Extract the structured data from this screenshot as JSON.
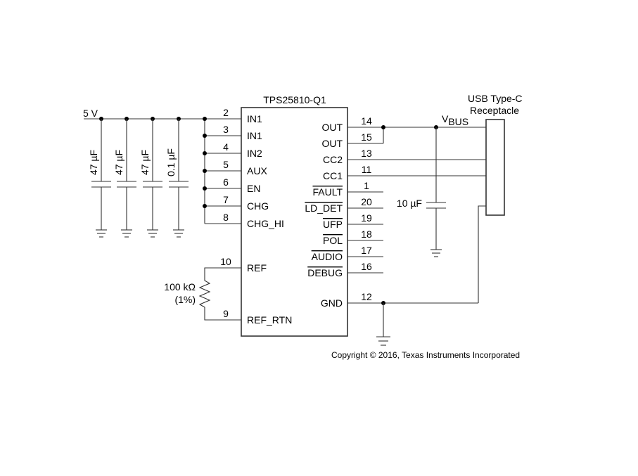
{
  "chip": {
    "title": "TPS25810-Q1",
    "left_pins": [
      {
        "num": "2",
        "name": "IN1"
      },
      {
        "num": "3",
        "name": "IN1"
      },
      {
        "num": "4",
        "name": "IN2"
      },
      {
        "num": "5",
        "name": "AUX"
      },
      {
        "num": "6",
        "name": "EN"
      },
      {
        "num": "7",
        "name": "CHG"
      },
      {
        "num": "8",
        "name": "CHG_HI"
      },
      {
        "num": "10",
        "name": "REF"
      },
      {
        "num": "9",
        "name": "REF_RTN"
      }
    ],
    "right_pins": [
      {
        "num": "14",
        "name": "OUT",
        "overbar": false
      },
      {
        "num": "15",
        "name": "OUT",
        "overbar": false
      },
      {
        "num": "13",
        "name": "CC2",
        "overbar": false
      },
      {
        "num": "11",
        "name": "CC1",
        "overbar": false
      },
      {
        "num": "1",
        "name": "FAULT",
        "overbar": true
      },
      {
        "num": "20",
        "name": "LD_DET",
        "overbar": true
      },
      {
        "num": "19",
        "name": "UFP",
        "overbar": true
      },
      {
        "num": "18",
        "name": "POL",
        "overbar": true
      },
      {
        "num": "17",
        "name": "AUDIO",
        "overbar": true
      },
      {
        "num": "16",
        "name": "DEBUG",
        "overbar": true
      },
      {
        "num": "12",
        "name": "GND",
        "overbar": false
      }
    ]
  },
  "supply": {
    "label": "5 V"
  },
  "input_caps": [
    "47 µF",
    "47 µF",
    "47 µF",
    "0.1 µF"
  ],
  "output_cap": "10 µF",
  "vbus": {
    "main": "V",
    "sub": "BUS"
  },
  "ref_resistor": {
    "value": "100 kΩ",
    "tolerance": "(1%)"
  },
  "connector": {
    "line1": "USB Type-C",
    "line2": "Receptacle"
  },
  "copyright": "Copyright © 2016, Texas Instruments Incorporated"
}
